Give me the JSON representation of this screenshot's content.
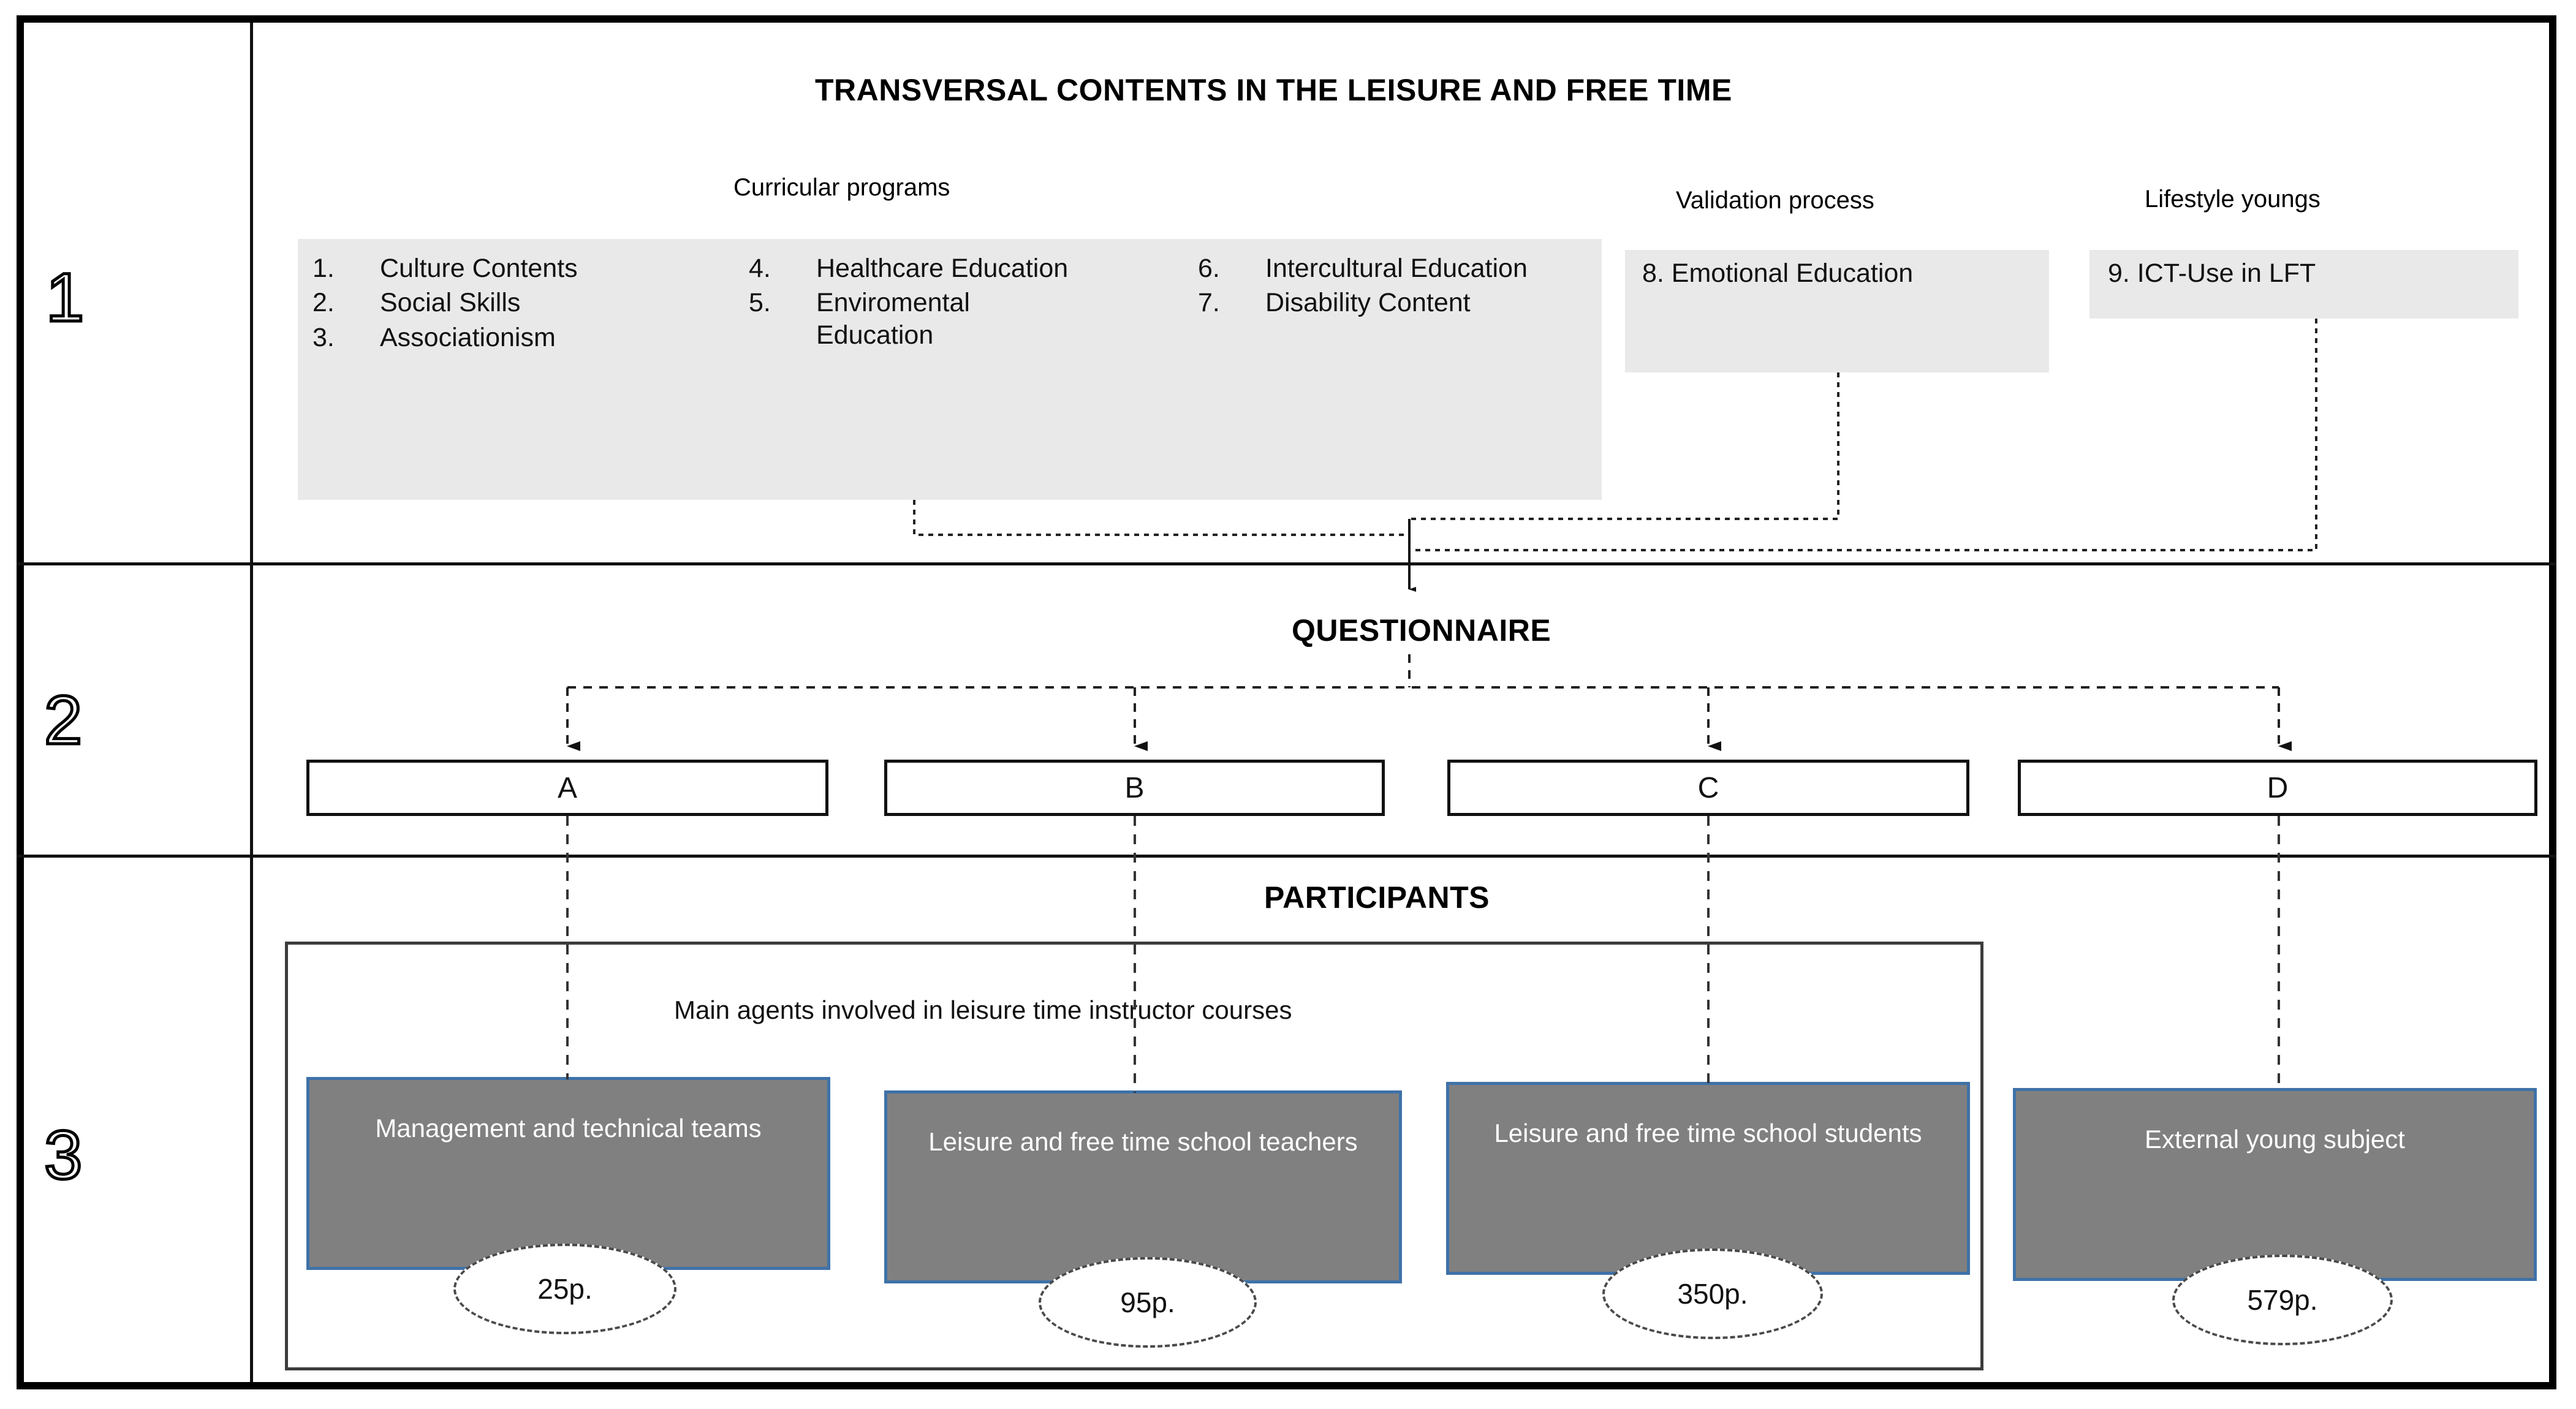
{
  "figure": {
    "stage_numbers": [
      "1",
      "2",
      "3"
    ]
  },
  "section1": {
    "title": "TRANSVERSAL CONTENTS IN THE LEISURE AND FREE TIME",
    "group_headings": {
      "curricular": "Curricular programs",
      "validation": "Validation process",
      "lifestyle": "Lifestyle youngs"
    },
    "column1": [
      {
        "num": "1.",
        "text": "Culture Contents"
      },
      {
        "num": "2.",
        "text": "Social Skills"
      },
      {
        "num": "3.",
        "text": "Associationism"
      }
    ],
    "column2": [
      {
        "num": "4.",
        "text": "Healthcare Education"
      },
      {
        "num": "5.",
        "text": "Enviromental Education"
      }
    ],
    "column3": [
      {
        "num": "6.",
        "text": "Intercultural Education"
      },
      {
        "num": "7.",
        "text": "Disability Content"
      }
    ],
    "item8": "8. Emotional Education",
    "item9": "9. ICT-Use in LFT"
  },
  "section2": {
    "title": "QUESTIONNAIRE",
    "boxes": [
      "A",
      "B",
      "C",
      "D"
    ]
  },
  "section3": {
    "title": "PARTICIPANTS",
    "panel_label": "Main agents involved in leisure time instructor courses",
    "groups": [
      {
        "label": "Management and technical teams",
        "count": "25p."
      },
      {
        "label": "Leisure and free time school teachers",
        "count": "95p."
      },
      {
        "label": "Leisure and free time school students",
        "count": "350p."
      },
      {
        "label": "External young subject",
        "count": "579p."
      }
    ]
  },
  "colors": {
    "panel_grey": "#e9e9e9",
    "participant_fill": "#808080",
    "participant_border": "#3f72a8",
    "frame": "#000000"
  }
}
